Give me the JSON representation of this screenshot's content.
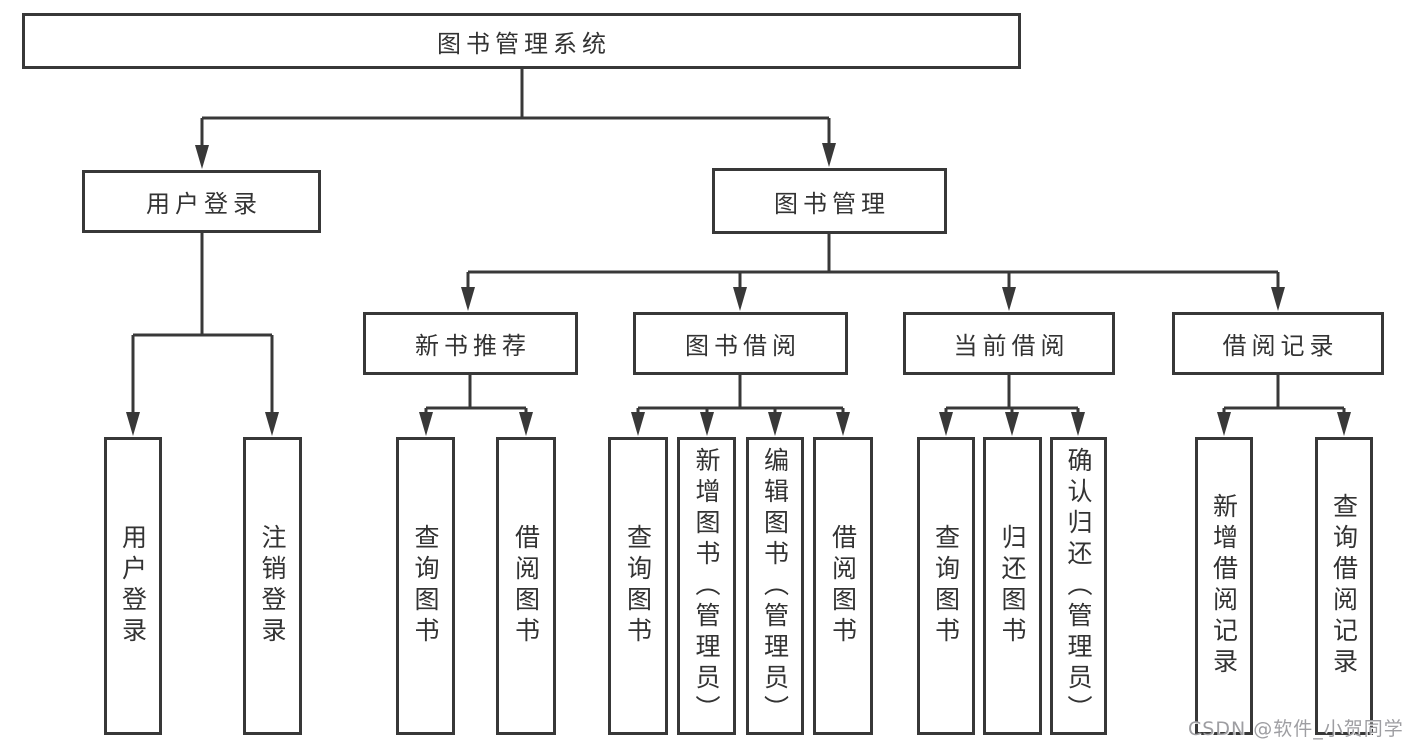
{
  "colors": {
    "line": "#383838",
    "text": "#333333",
    "watermark": "#9e9ea2"
  },
  "nodes": {
    "root": "图书管理系统",
    "user_login": "用户登录",
    "book_mgmt": "图书管理",
    "new_recommend": "新书推荐",
    "book_borrow": "图书借阅",
    "current_borrow": "当前借阅",
    "borrow_record": "借阅记录",
    "leaf_user_login": "用户登录",
    "leaf_logout": "注销登录",
    "leaf_nr_query": "查询图书",
    "leaf_nr_borrow": "借阅图书",
    "leaf_bb_query": "查询图书",
    "leaf_bb_add": "新增图书（管理员）",
    "leaf_bb_edit": "编辑图书（管理员）",
    "leaf_bb_borrow": "借阅图书",
    "leaf_cb_query": "查询图书",
    "leaf_cb_return": "归还图书",
    "leaf_cb_confirm": "确认归还（管理员）",
    "leaf_br_add": "新增借阅记录",
    "leaf_br_query": "查询借阅记录"
  },
  "watermark": "CSDN @软件_小贺同学"
}
